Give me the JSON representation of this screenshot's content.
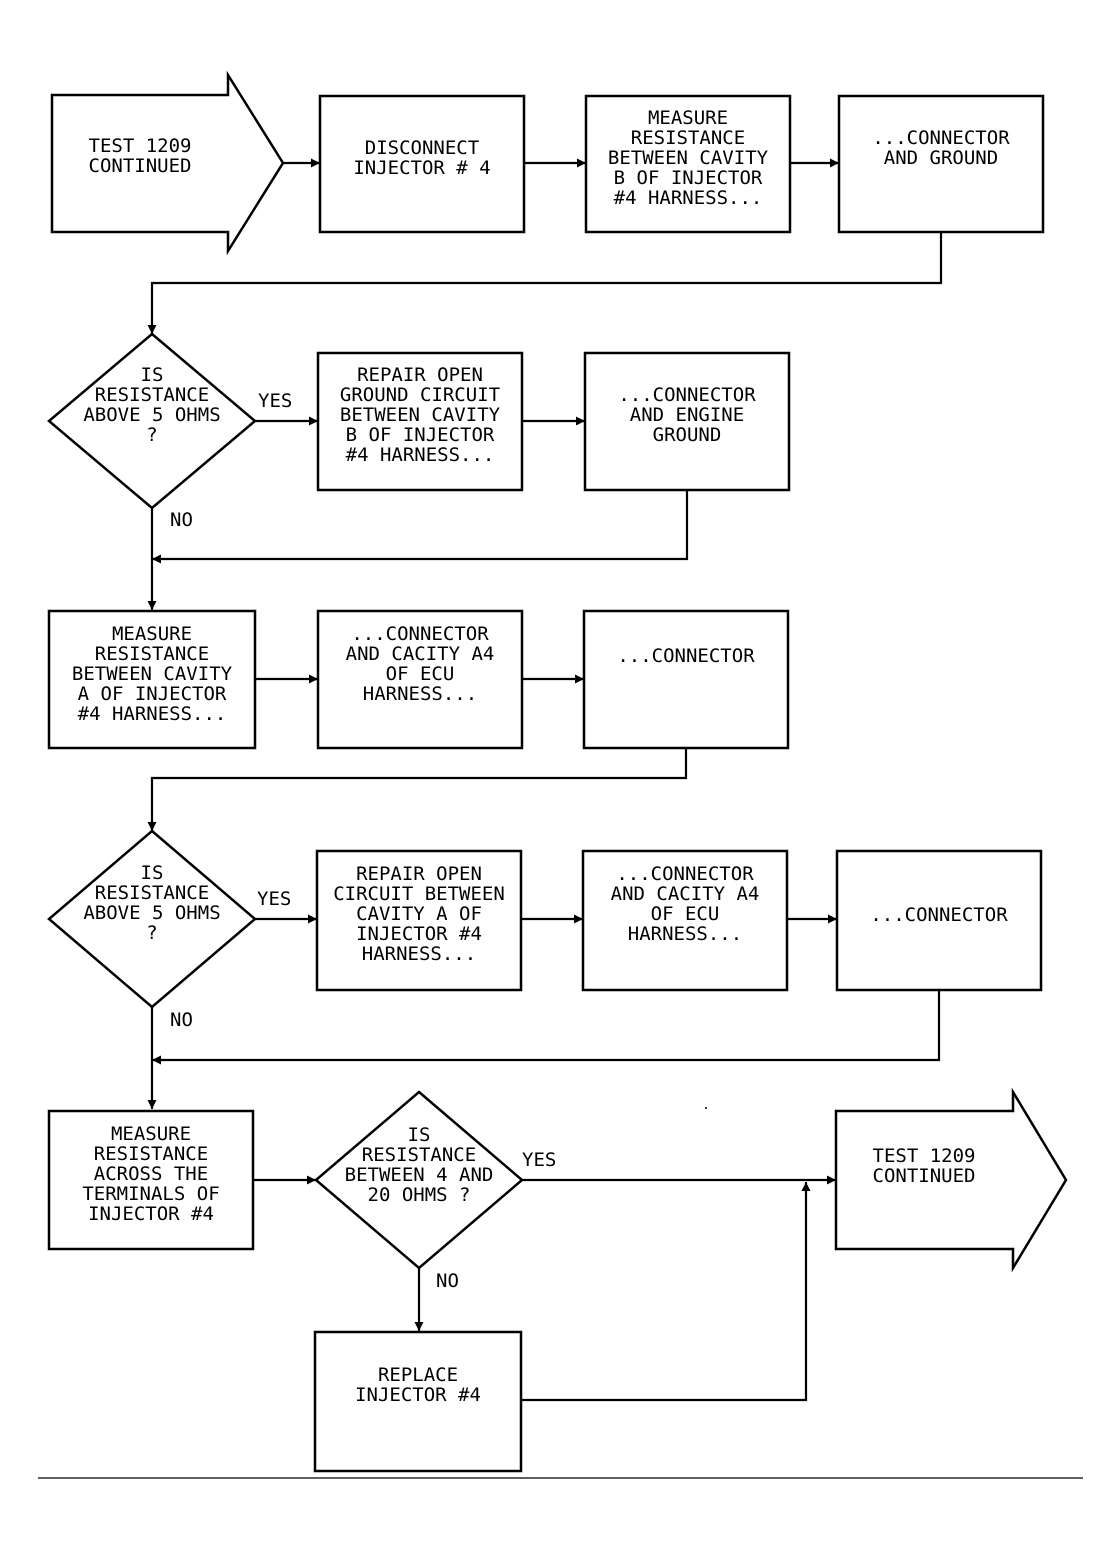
{
  "nodes": {
    "start_arrow": [
      "TEST 1209",
      "CONTINUED"
    ],
    "disconnect": [
      "DISCONNECT",
      "INJECTOR # 4"
    ],
    "measure1": [
      "MEASURE",
      "RESISTANCE",
      "BETWEEN CAVITY",
      "B OF INJECTOR",
      "#4 HARNESS..."
    ],
    "connector_ground": [
      "...CONNECTOR",
      "AND GROUND"
    ],
    "decision1": [
      "IS",
      "RESISTANCE",
      "ABOVE 5 OHMS",
      "?"
    ],
    "repair_ground": [
      "REPAIR OPEN",
      "GROUND CIRCUIT",
      "BETWEEN CAVITY",
      "B OF INJECTOR",
      "#4 HARNESS..."
    ],
    "connector_engine": [
      "...CONNECTOR",
      "AND ENGINE",
      "GROUND"
    ],
    "measure2": [
      "MEASURE",
      "RESISTANCE",
      "BETWEEN CAVITY",
      "A OF INJECTOR",
      "#4 HARNESS..."
    ],
    "connector_cacity1": [
      "...CONNECTOR",
      "AND CACITY A4",
      "OF ECU",
      "HARNESS..."
    ],
    "connector1": [
      "...CONNECTOR"
    ],
    "decision2": [
      "IS",
      "RESISTANCE",
      "ABOVE 5 OHMS",
      "?"
    ],
    "repair_open": [
      "REPAIR OPEN",
      "CIRCUIT BETWEEN",
      "CAVITY A OF",
      "INJECTOR #4",
      "HARNESS..."
    ],
    "connector_cacity2": [
      "...CONNECTOR",
      "AND CACITY A4",
      "OF ECU",
      "HARNESS..."
    ],
    "connector2": [
      "...CONNECTOR"
    ],
    "measure3": [
      "MEASURE",
      "RESISTANCE",
      "ACROSS THE",
      "TERMINALS OF",
      "INJECTOR #4"
    ],
    "decision3": [
      "IS",
      "RESISTANCE",
      "BETWEEN 4 AND",
      "20 OHMS ?"
    ],
    "end_arrow": [
      "TEST 1209",
      "CONTINUED"
    ],
    "replace": [
      "REPLACE",
      "INJECTOR #4"
    ]
  },
  "labels": {
    "yes1": "YES",
    "no1": "NO",
    "yes2": "YES",
    "no2": "NO",
    "yes3": "YES",
    "no3": "NO"
  },
  "colors": {
    "ink": "#000000",
    "paper": "#ffffff"
  }
}
